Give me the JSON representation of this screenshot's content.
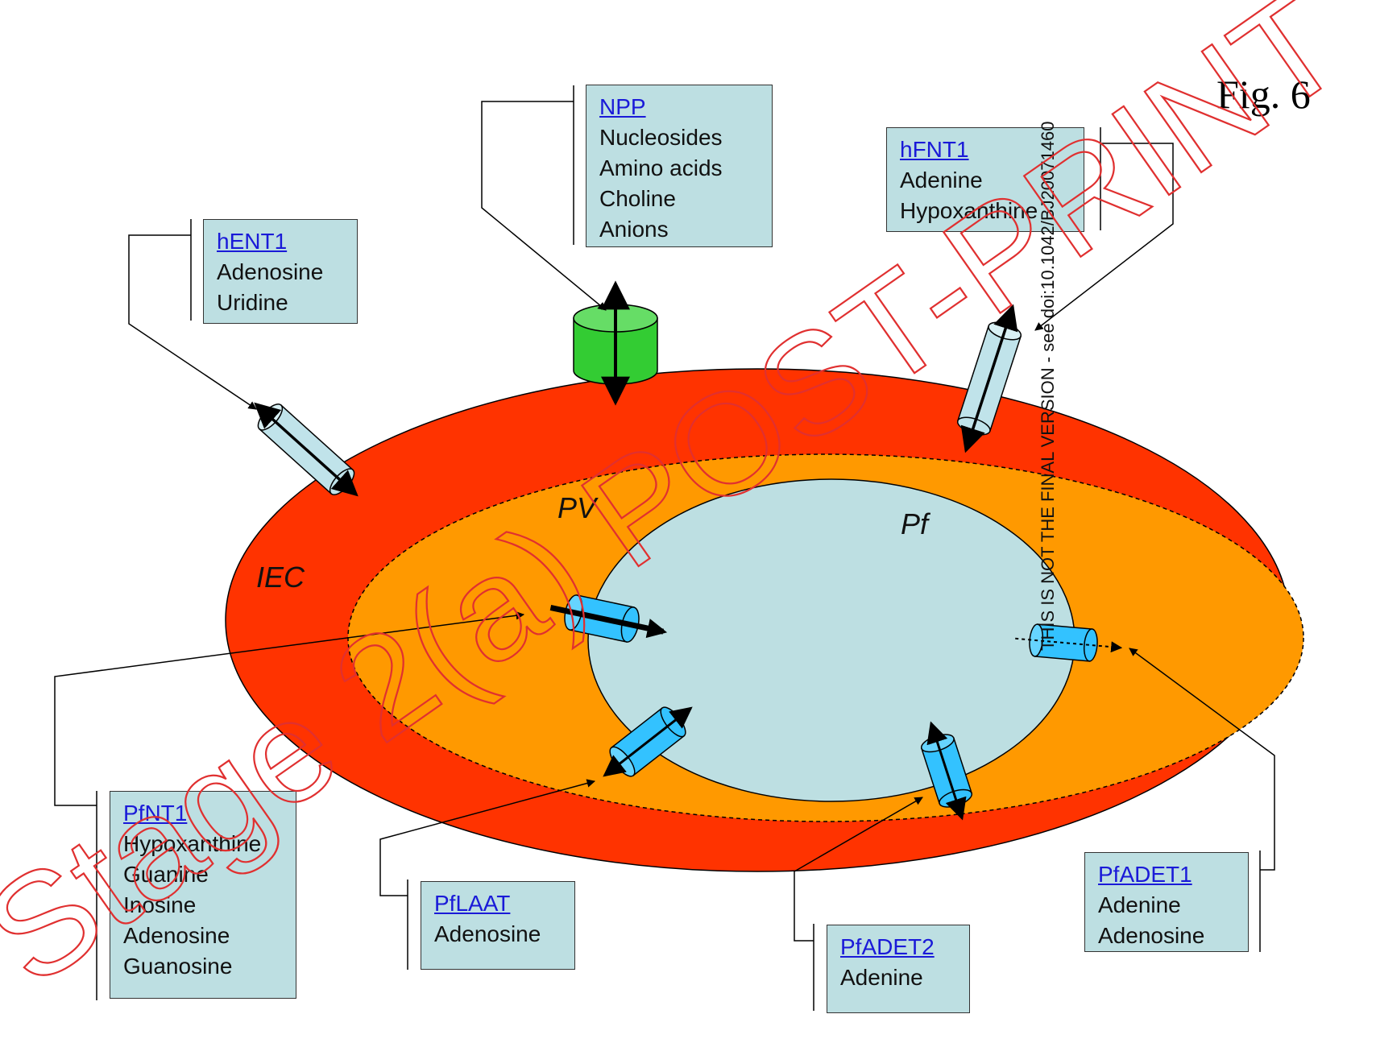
{
  "figure": {
    "label": "Fig. 6"
  },
  "regions": {
    "iec": "IEC",
    "pv": "PV",
    "pf": "Pf"
  },
  "transporters": [
    {
      "id": "npp",
      "name": "NPP",
      "substrates": [
        "Nucleosides",
        "Amino acids",
        "Choline",
        "Anions"
      ]
    },
    {
      "id": "hent1",
      "name": "hENT1",
      "substrates": [
        "Adenosine",
        "Uridine"
      ]
    },
    {
      "id": "hfnt1",
      "name": "hFNT1",
      "substrates": [
        "Adenine",
        "Hypoxanthine"
      ]
    },
    {
      "id": "pfnt1",
      "name": "PfNT1",
      "substrates": [
        "Hypoxanthine",
        "Guanine",
        "Inosine",
        "Adenosine",
        "Guanosine"
      ]
    },
    {
      "id": "pflaat",
      "name": "PfLAAT",
      "substrates": [
        "Adenosine"
      ]
    },
    {
      "id": "pfadet2",
      "name": "PfADET2",
      "substrates": [
        "Adenine"
      ]
    },
    {
      "id": "pfadet1",
      "name": "PfADET1",
      "substrates": [
        "Adenine",
        "Adenosine"
      ]
    }
  ],
  "side_note": "THIS IS NOT THE FINAL VERSION - see doi:10.1042/BJ20071460",
  "watermark": "Stage 2(a) POST-PRINT",
  "colors": {
    "iec": "#ff3300",
    "pv": "#ff9900",
    "pf": "#bddfe2",
    "npp_channel": "#33cc33",
    "host_channel": "#c0e3ea",
    "parasite_channel": "#33c2ff",
    "label_box": "#bddfe2",
    "link": "#1a1ad8"
  }
}
